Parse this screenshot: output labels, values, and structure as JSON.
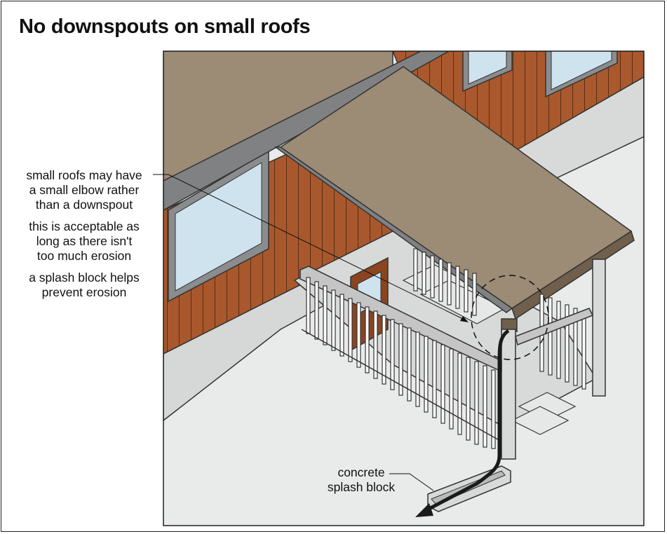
{
  "title": "No downspouts on small roofs",
  "notes": [
    [
      "small roofs may have",
      "a small elbow rather",
      "than a downspout"
    ],
    [
      "this is acceptable as",
      "long as there isn't",
      "too much erosion"
    ],
    [
      "a splash block helps",
      "prevent erosion"
    ]
  ],
  "callout": [
    "concrete",
    "splash block"
  ],
  "colors": {
    "roof": "#9c8b75",
    "roof_edge": "#6f5f4c",
    "siding": "#a8582c",
    "siding_dark": "#8a4520",
    "window_glass": "#cfe3ef",
    "trim": "#8a8c8e",
    "railing": "#c4c5c4",
    "ground": "#e9eaea",
    "downspout": "#1a1a1a"
  }
}
